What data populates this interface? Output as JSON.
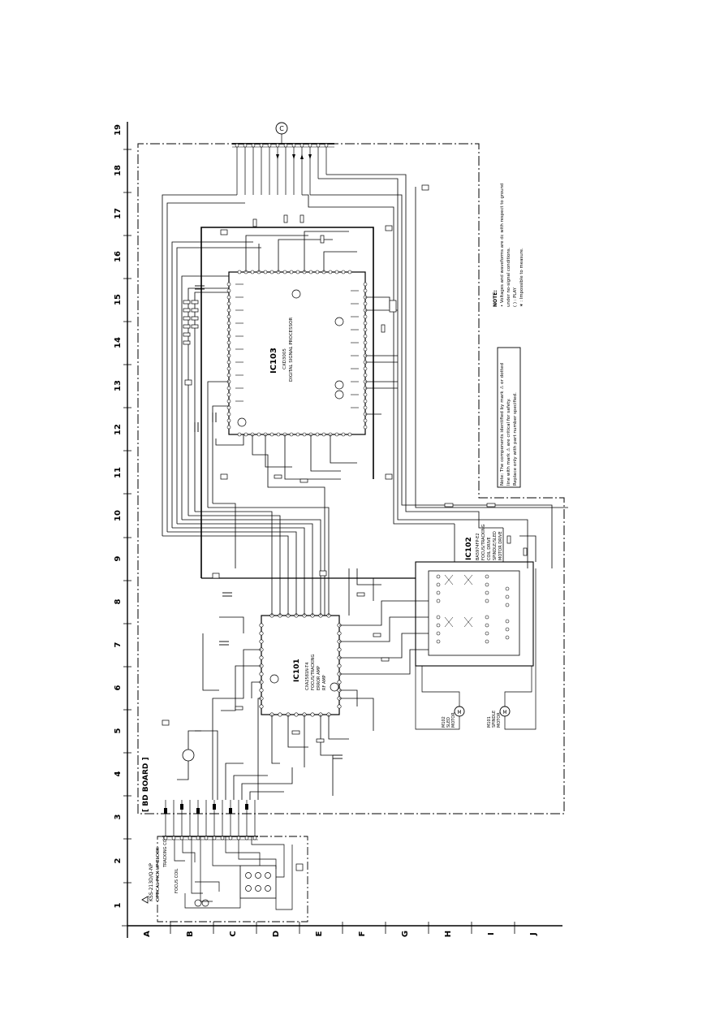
{
  "grid": {
    "columns": [
      "1",
      "2",
      "3",
      "4",
      "5",
      "6",
      "7",
      "8",
      "9",
      "10",
      "11",
      "12",
      "13",
      "14",
      "15",
      "16",
      "17",
      "18",
      "19"
    ],
    "rows": [
      "A",
      "B",
      "C",
      "D",
      "E",
      "F",
      "G",
      "H",
      "I",
      "J"
    ]
  },
  "board_label": "[ BD BOARD ]",
  "connector_label": "C",
  "pickup": {
    "title": "KSS-213D/Q-NP",
    "subtitle": "OPTICAL PICK-UP BLOCK",
    "tracking_coil": "TRACKING COIL",
    "focus_coil": "FOCUS COIL"
  },
  "chips": {
    "ic103": {
      "name": "IC103",
      "lines": [
        "CXD3005",
        "DIGITAL SIGNAL PROCESSOR"
      ]
    },
    "ic101": {
      "name": "IC101",
      "lines": [
        "CXA2581N-T4",
        "FOCUS/TRACKING",
        "ERROR AMP",
        "RF AMP"
      ]
    },
    "ic102": {
      "name": "IC102",
      "lines": [
        "BA5974FP-E2",
        "FOCUS/TRACKING",
        "COIL DRIVE",
        "SPINDLE/SLED",
        "MOTOR DRIVE"
      ]
    }
  },
  "motors": {
    "sled": {
      "label": "M102",
      "lines": [
        "SLED",
        "MOTOR"
      ]
    },
    "spindle": {
      "label": "M101",
      "lines": [
        "SPINDLE",
        "MOTOR"
      ]
    }
  },
  "note_box": {
    "lines": [
      "Note: The components identified by mark ⚠ or dotted",
      "line with mark ⚠ are critical for safety.",
      "Replace only with part number specified."
    ]
  },
  "note_block": {
    "heading": "NOTE:",
    "lines": [
      "• Voltages and waveforms are dc with respect to ground",
      "  under no-signal conditions.",
      "  ( ) : PLAY",
      "  ∗ : Impossible to measure."
    ]
  },
  "colors": {
    "ink": "#000000",
    "paper": "#ffffff"
  }
}
